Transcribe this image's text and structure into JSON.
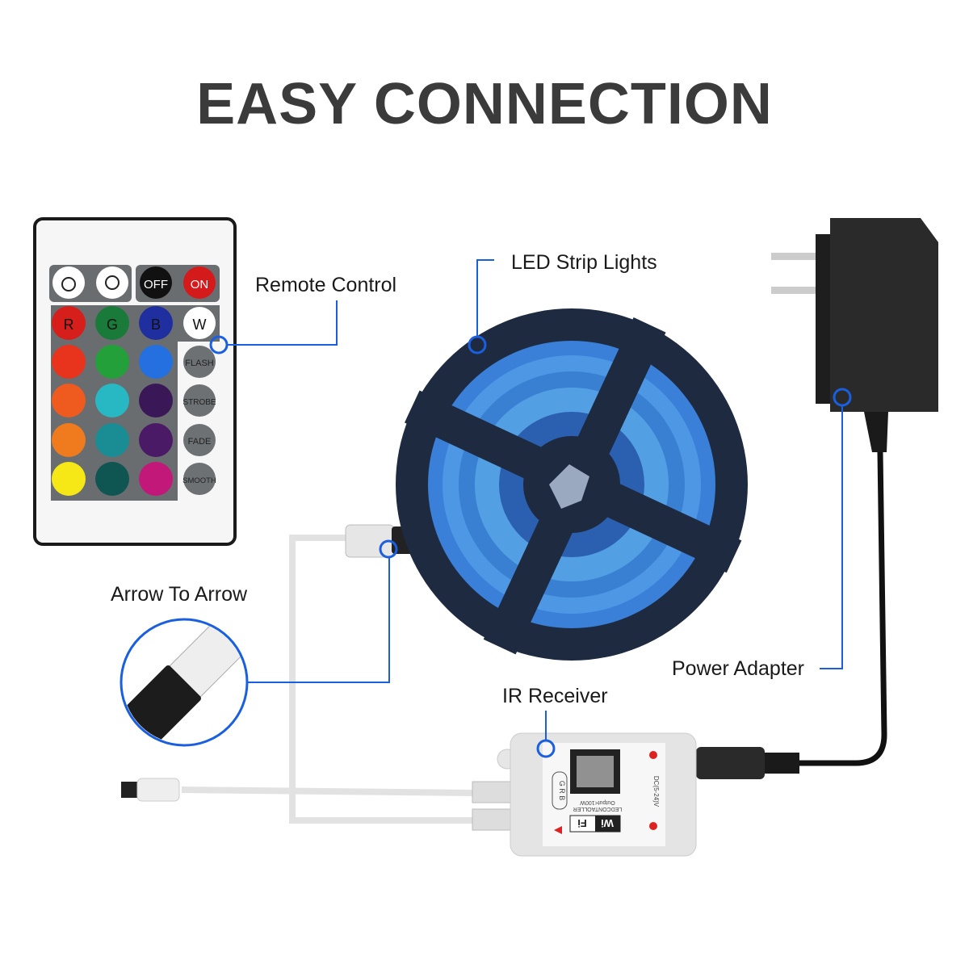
{
  "title": "EASY CONNECTION",
  "labels": {
    "remote_control": "Remote Control",
    "led_strip": "LED Strip Lights",
    "power_adapter": "Power Adapter",
    "ir_receiver": "IR Receiver",
    "arrow_to_arrow": "Arrow To Arrow"
  },
  "remote": {
    "top_buttons": [
      "OFF",
      "ON"
    ],
    "color_letters": [
      "R",
      "G",
      "B",
      "W"
    ],
    "mode_buttons": [
      "FLASH",
      "STROBE",
      "FADE",
      "SMOOTH"
    ],
    "color_grid": [
      [
        "#d61f1a",
        "#1a7a3a",
        "#1f2fa0"
      ],
      [
        "#e8341c",
        "#23a03a",
        "#2470e0"
      ],
      [
        "#ef5a1e",
        "#27b8c4",
        "#3a1858"
      ],
      [
        "#f07a1e",
        "#1a8c94",
        "#4a1a66"
      ],
      [
        "#f5e816",
        "#0f5552",
        "#c2187a"
      ]
    ]
  },
  "receiver": {
    "grb": "G R B",
    "brand": "LEDCONTAOLLER",
    "output": "Output<100W",
    "voltage": "DC(5-24)V",
    "wifi_a": "Wi",
    "wifi_b": "Fi"
  },
  "colors": {
    "accent": "#1a5fe0",
    "title": "#3b3b3b",
    "reel": "#1e2a40"
  }
}
